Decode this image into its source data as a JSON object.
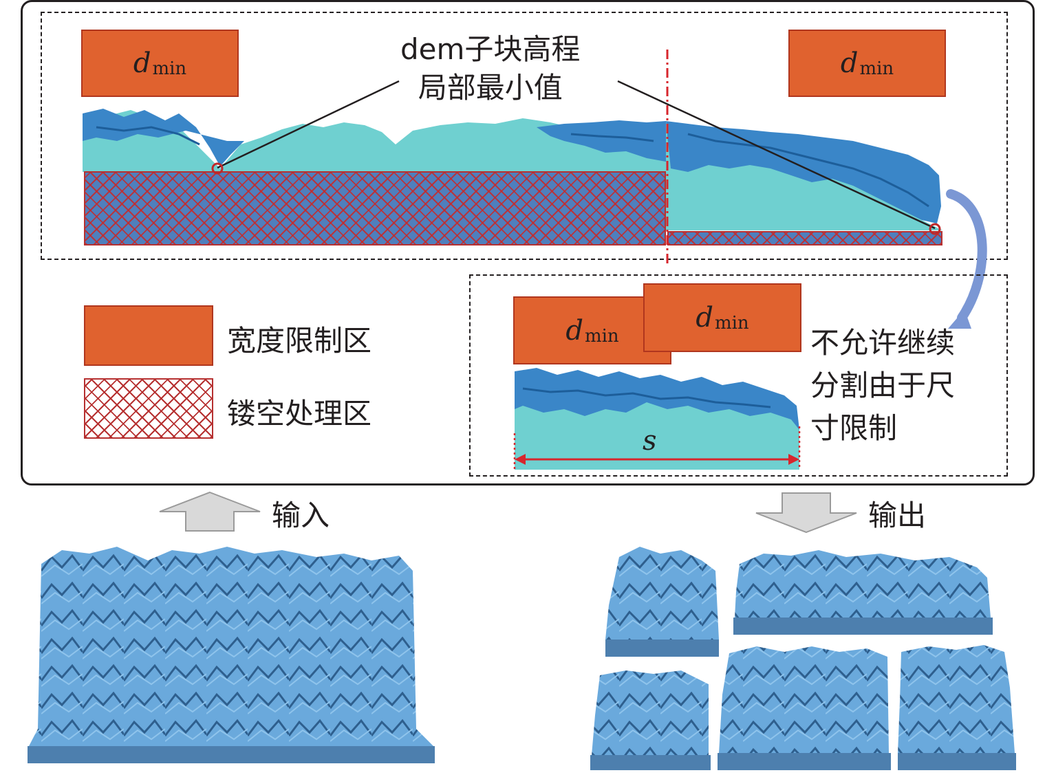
{
  "diagram": {
    "callout_label": [
      "dem子块高程",
      "局部最小值"
    ],
    "d_min_symbol": "d",
    "d_min_subscript": "min",
    "legend": [
      {
        "label": "宽度限制区",
        "type": "orange-box"
      },
      {
        "label": "镂空处理区",
        "type": "hatched-box"
      }
    ],
    "size_limit_note": [
      "不允许继续",
      "分割由于尺",
      "寸限制"
    ],
    "span_label": "s",
    "input_label": "输入",
    "output_label": "输出",
    "colors": {
      "width_limit": "#e0622f",
      "terrain_fill": "#6fd0d0",
      "terrain_surface": "#3a86c8",
      "hollow_fill": "#4f7fbd",
      "hollow_hatch": "#b63030",
      "marker": "#c0282a"
    }
  }
}
